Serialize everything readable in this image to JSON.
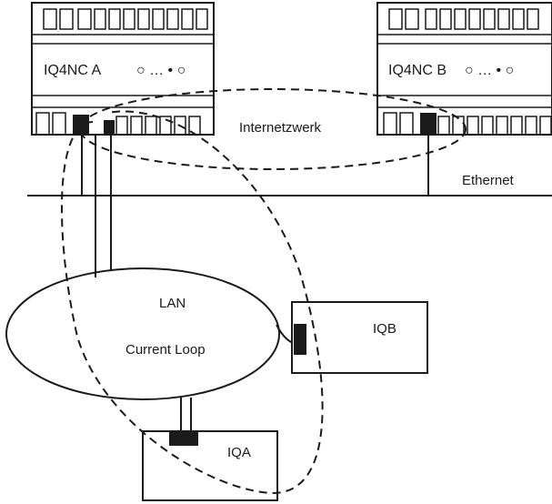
{
  "controllers": {
    "a": {
      "label": "IQ4NC A",
      "indicator": "○ … • ○"
    },
    "b": {
      "label": "IQ4NC B",
      "indicator": "○ … • ○"
    }
  },
  "networks": {
    "internetwork": "Internetzwerk",
    "ethernet": "Ethernet",
    "lan": "LAN",
    "current_loop": "Current Loop"
  },
  "devices": {
    "iqa": "IQA",
    "iqb": "IQB"
  }
}
